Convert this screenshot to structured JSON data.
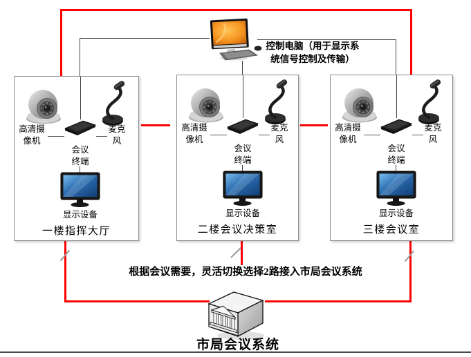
{
  "control_computer": {
    "label": "控制电脑（用于显示系统信号控制及传输）",
    "icon": "all-in-one-pc-icon"
  },
  "rooms": [
    {
      "name": "一楼指挥大厅",
      "camera_label": "高清摄像机",
      "mic_label": "麦克风",
      "terminal_label": "会议终端",
      "display_label": "显示设备"
    },
    {
      "name": "二楼会议决策室",
      "camera_label": "高清摄像机",
      "mic_label": "麦克风",
      "terminal_label": "会议终端",
      "display_label": "显示设备"
    },
    {
      "name": "三楼会议室",
      "camera_label": "高清摄像机",
      "mic_label": "麦克风",
      "terminal_label": "会议终端",
      "display_label": "显示设备"
    }
  ],
  "annotation": "根据会议需要，灵活切换选择2路接入市局会议系统",
  "hub": {
    "label": "市局会议系统",
    "icon": "government-building-icon"
  },
  "icons": {
    "camera": "dome-camera-icon",
    "microphone": "gooseneck-mic-icon",
    "terminal": "conference-terminal-icon",
    "display": "monitor-icon",
    "computer": "all-in-one-pc-icon",
    "hub": "government-building-icon",
    "link_break": "link-break-slash"
  },
  "colors": {
    "active_link": "#ff0000",
    "signal_link": "#404040",
    "box_border": "#8c8c8c",
    "screen_blue": "#2a6cb0",
    "pc_screen_orange": "#f5921e"
  }
}
